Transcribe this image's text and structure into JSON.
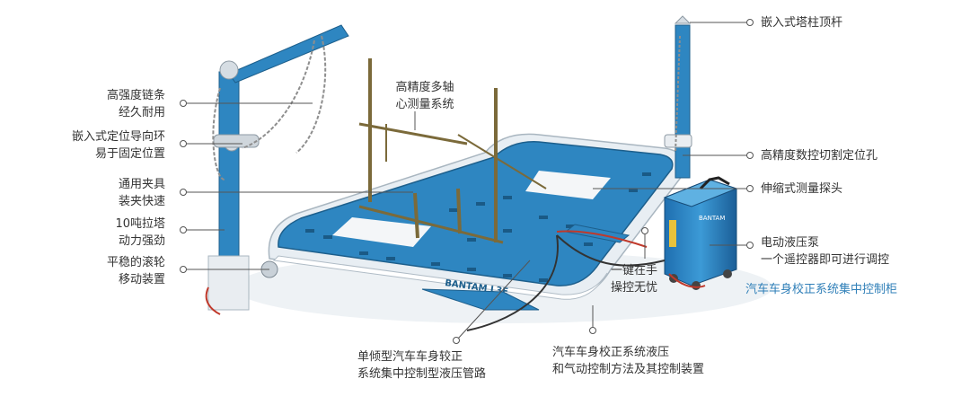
{
  "colors": {
    "frame_blue": "#2e86c1",
    "frame_light": "#5bb4e6",
    "line": "#555555",
    "accent_text": "#2f7fb8"
  },
  "product": {
    "brand_mark": "BANTAM L3E",
    "pump_brand": "BANTAM"
  },
  "callouts": {
    "chain": [
      "高强度链条",
      "经久耐用"
    ],
    "guide_ring": [
      "嵌入式定位导向环",
      "易于固定位置"
    ],
    "clamp": [
      "通用夹具",
      "装夹快速"
    ],
    "tower": [
      "10吨拉塔",
      "动力强劲"
    ],
    "wheel": [
      "平稳的滚轮",
      "移动装置"
    ],
    "measure": [
      "高精度多轴",
      "心测量系统"
    ],
    "top_rod": [
      "嵌入式塔柱顶杆"
    ],
    "cnc_hole": [
      "高精度数控切割定位孔"
    ],
    "probe": [
      "伸缩式测量探头"
    ],
    "pump": [
      "电动液压泵",
      "一个遥控器即可进行调控"
    ],
    "cabinet": [
      "汽车车身校正系统集中控制柜"
    ],
    "one_key": [
      "一键在手",
      "操控无忧"
    ],
    "pipeline": [
      "单倾型汽车车身较正",
      "系统集中控制型液压管路"
    ],
    "hydraulic": [
      "汽车车身校正系统液压",
      "和气动控制方法及其控制装置"
    ]
  }
}
